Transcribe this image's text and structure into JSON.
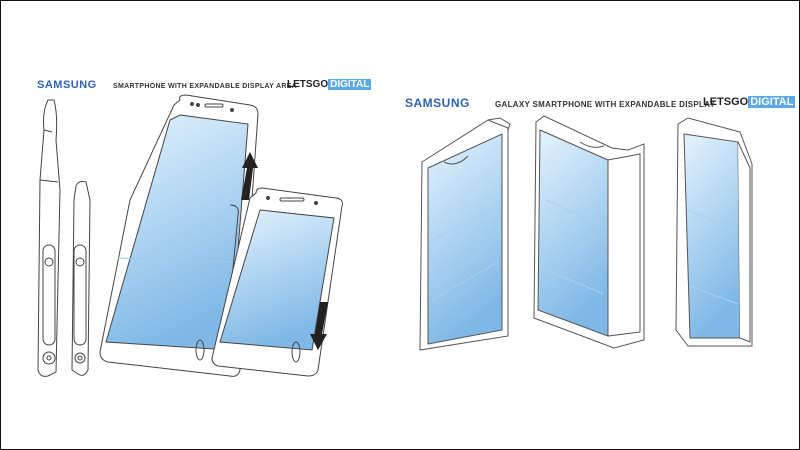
{
  "left_panel": {
    "brand": "SAMSUNG",
    "caption": "SMARTPHONE WITH EXPANDABLE DISPLAY AREA",
    "watermark_prefix": "LETSGO",
    "watermark_suffix": "DIGITAL"
  },
  "right_panel": {
    "brand": "SAMSUNG",
    "caption": "GALAXY SMARTPHONE WITH EXPANDABLE DISPLAY",
    "watermark_prefix": "LETSGO",
    "watermark_suffix": "DIGITAL"
  },
  "colors": {
    "brand": "#2f63b5",
    "screen_light": "#dff0fc",
    "screen_dark": "#8ec3ea",
    "line": "#555555"
  },
  "icons": [
    "arrow-up-icon",
    "arrow-down-icon"
  ]
}
